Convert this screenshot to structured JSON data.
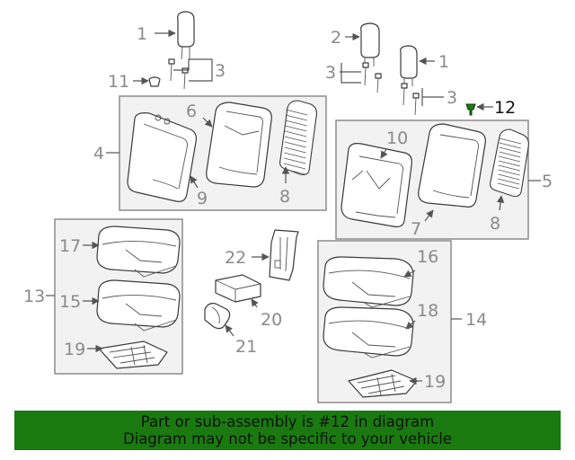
{
  "diagram": {
    "callouts": {
      "c1a": "1",
      "c1b": "1",
      "c2": "2",
      "c3a": "3",
      "c3b": "3",
      "c3c": "3",
      "c4": "4",
      "c5": "5",
      "c6": "6",
      "c7": "7",
      "c8a": "8",
      "c8b": "8",
      "c9": "9",
      "c10": "10",
      "c11": "11",
      "c12": "12",
      "c13": "13",
      "c14": "14",
      "c15": "15",
      "c16": "16",
      "c17": "17",
      "c18": "18",
      "c19a": "19",
      "c19b": "19",
      "c20": "20",
      "c21": "21",
      "c22": "22"
    },
    "highlighted_part": "12",
    "colors": {
      "highlight": "#1a7a10",
      "box_fill": "#f2f2f2",
      "callout_text": "#8a8a8a"
    }
  },
  "banner": {
    "line1": "Part or sub-assembly is #12 in diagram",
    "line2": "Diagram may not be specific to your vehicle",
    "background": "#1a7a10"
  }
}
